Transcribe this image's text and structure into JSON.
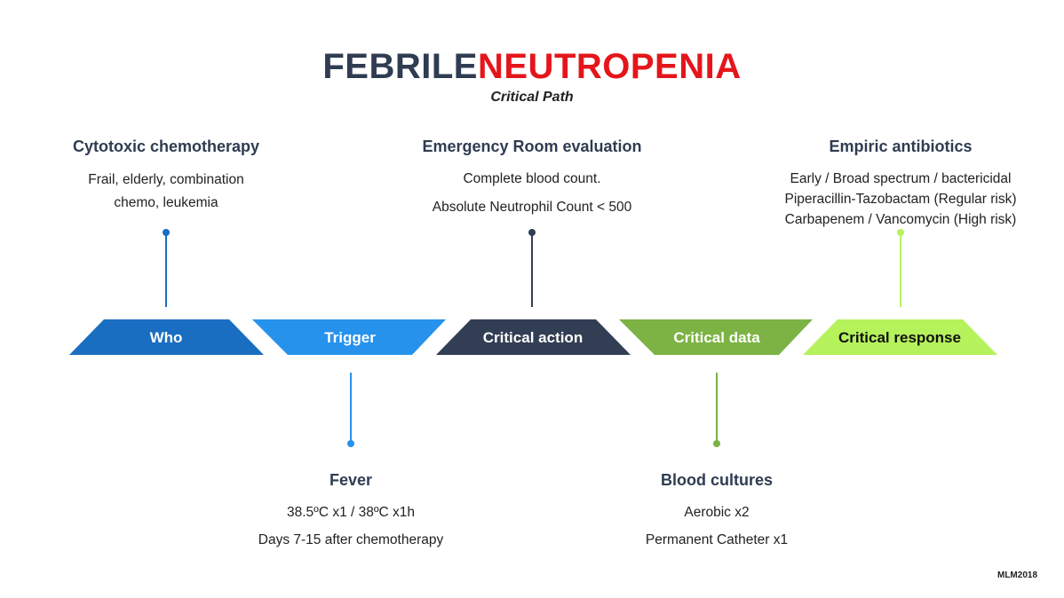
{
  "title": {
    "part1": "FEBRILE",
    "part2": "NEUTROPENIA",
    "subtitle": "Critical Path"
  },
  "colors": {
    "title_dark": "#2f3c51",
    "title_red": "#e4161b",
    "who": "#1a6ec1",
    "trigger": "#2692ec",
    "action": "#323e53",
    "data": "#7cb344",
    "response": "#b6f25c"
  },
  "segments": [
    {
      "label": "Who",
      "color": "#1a6ec1",
      "text_color": "#ffffff"
    },
    {
      "label": "Trigger",
      "color": "#2692ec",
      "text_color": "#ffffff"
    },
    {
      "label": "Critical action",
      "color": "#323e53",
      "text_color": "#ffffff"
    },
    {
      "label": "Critical data",
      "color": "#7cb344",
      "text_color": "#ffffff"
    },
    {
      "label": "Critical response",
      "color": "#b6f25c",
      "text_color": "#111111"
    }
  ],
  "blocks": {
    "who": {
      "heading": "Cytotoxic chemotherapy",
      "lines": [
        "Frail, elderly, combination",
        "chemo, leukemia"
      ]
    },
    "trigger": {
      "heading": "Fever",
      "lines": [
        "38.5ºC x1 / 38ºC x1h",
        "Days 7-15 after chemotherapy"
      ]
    },
    "action": {
      "heading": "Emergency Room evaluation",
      "lines": [
        "Complete blood count.",
        "Absolute Neutrophil Count < 500"
      ]
    },
    "data": {
      "heading": "Blood cultures",
      "lines": [
        "Aerobic x2",
        "Permanent Catheter x1"
      ]
    },
    "response": {
      "heading": "Empiric antibiotics",
      "lines": [
        "Early / Broad spectrum / bactericidal",
        "Piperacillin-Tazobactam (Regular risk)",
        "Carbapenem / Vancomycin (High risk)"
      ]
    }
  },
  "signature": "MLM2018"
}
